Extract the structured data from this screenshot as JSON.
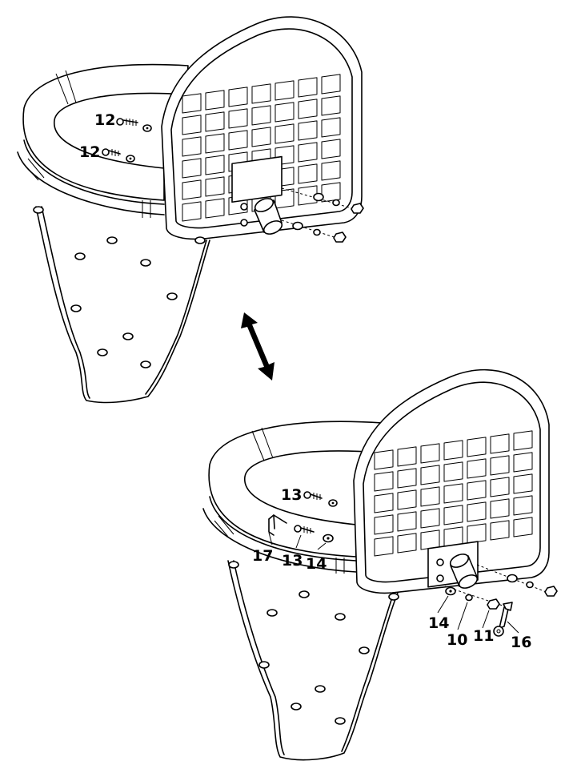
{
  "figure": {
    "description_colors": {
      "line": "#000000",
      "background": "#ffffff"
    },
    "top_assembly": {
      "labels": [
        {
          "id": "top-12-a",
          "text": "12"
        },
        {
          "id": "top-12-b",
          "text": "12"
        }
      ]
    },
    "bottom_assembly": {
      "labels": [
        {
          "id": "bot-13-a",
          "text": "13"
        },
        {
          "id": "bot-17",
          "text": "17"
        },
        {
          "id": "bot-13-b",
          "text": "13"
        },
        {
          "id": "bot-14-a",
          "text": "14"
        },
        {
          "id": "bot-14-b",
          "text": "14"
        },
        {
          "id": "bot-10",
          "text": "10"
        },
        {
          "id": "bot-11",
          "text": "11"
        },
        {
          "id": "bot-16",
          "text": "16"
        }
      ]
    },
    "icons": [
      "double-arrow-icon",
      "bolt-icon",
      "washer-icon",
      "nut-icon",
      "allen-key-icon",
      "wrench-icon"
    ]
  }
}
